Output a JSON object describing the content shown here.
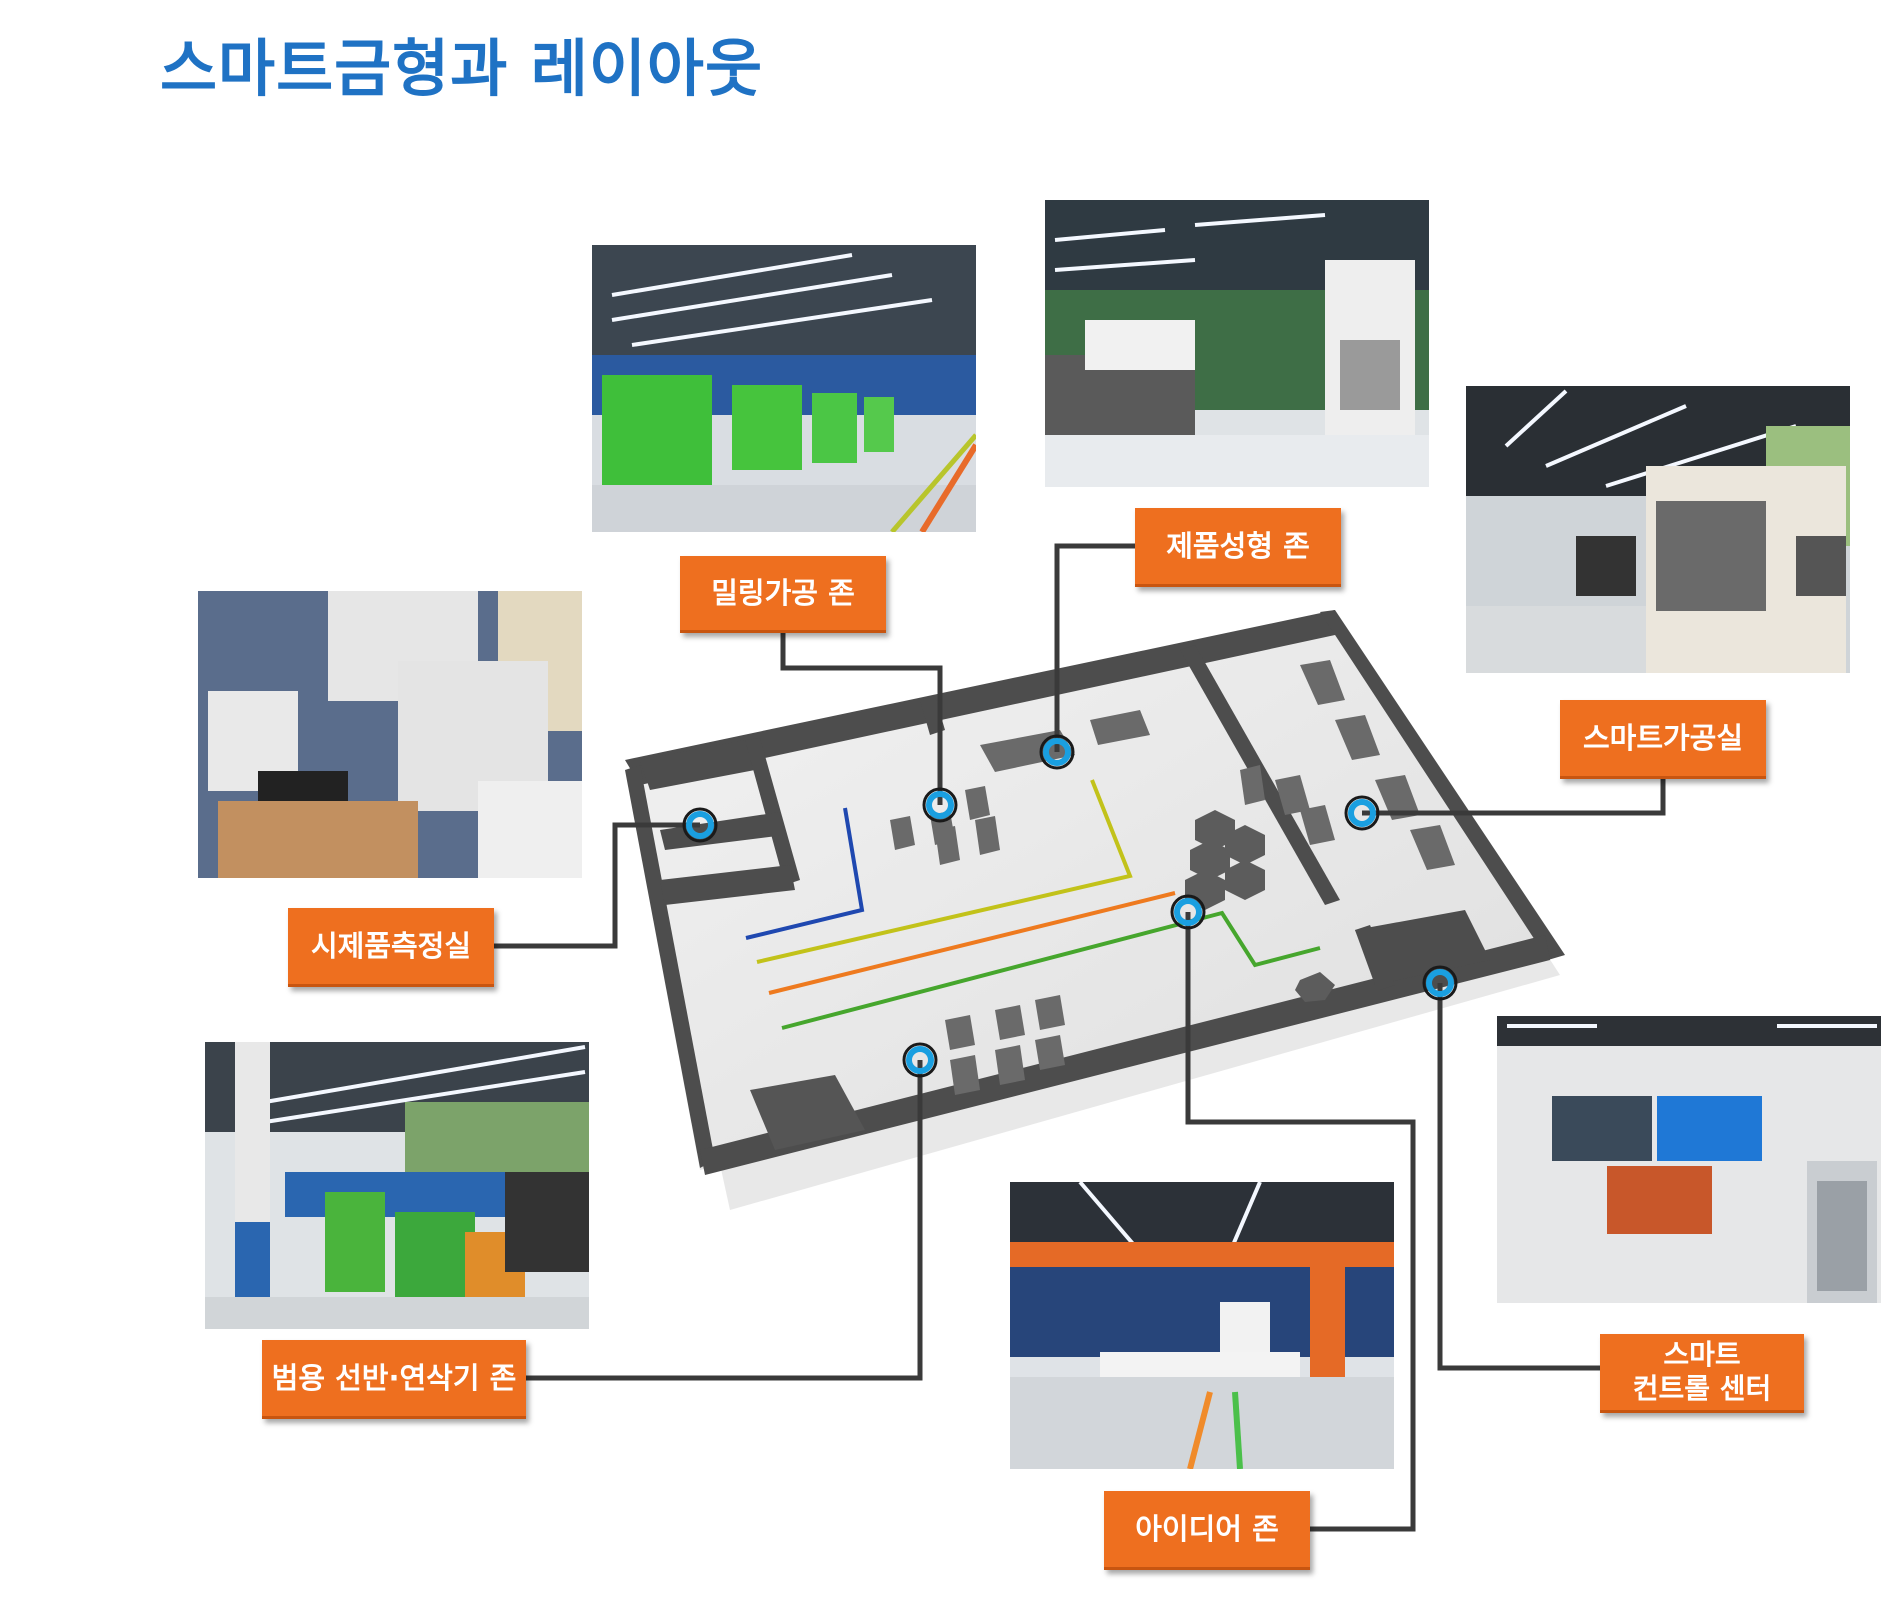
{
  "title": "스마트금형과 레이아웃",
  "zones": {
    "milling": {
      "label": "밀링가공 존",
      "photo": "milling-zone-photo"
    },
    "molding": {
      "label": "제품성형 존",
      "photo": "molding-zone-photo"
    },
    "smart_machining": {
      "label": "스마트가공실",
      "photo": "smart-machining-photo"
    },
    "measurement": {
      "label": "시제품측정실",
      "photo": "measurement-room-photo"
    },
    "lathe": {
      "label": "범용 선반·연삭기 존",
      "photo": "lathe-grinder-photo"
    },
    "idea": {
      "label": "아이디어 존",
      "photo": "idea-zone-photo"
    },
    "control": {
      "label_line1": "스마트",
      "label_line2": "컨트롤 센터",
      "photo": "control-center-photo"
    }
  },
  "colors": {
    "title": "#1f72c4",
    "label_bg": "#ee6f1f",
    "marker_ring": "#1a9fe0",
    "connector": "#3a3a3a",
    "wall": "#4a4a4a",
    "floor": "#e9e9e9"
  }
}
